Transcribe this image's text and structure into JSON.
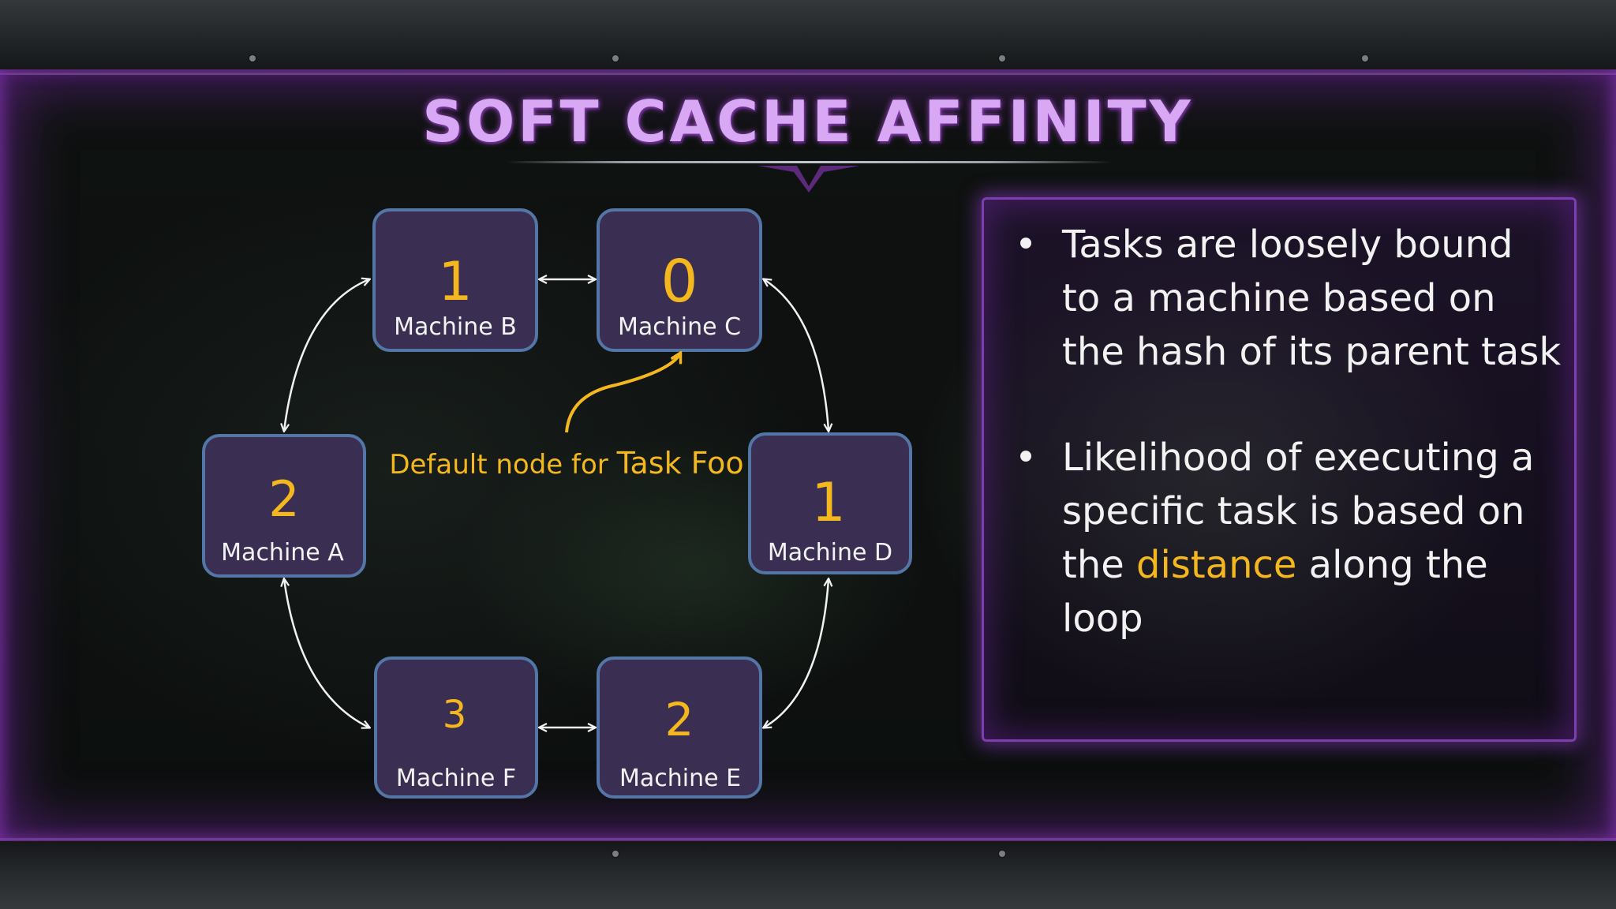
{
  "slide": {
    "title": "SOFT CACHE AFFINITY"
  },
  "diagram": {
    "nodes": [
      {
        "id": "b",
        "number": "1",
        "label": "Machine B"
      },
      {
        "id": "c",
        "number": "0",
        "label": "Machine C"
      },
      {
        "id": "a",
        "number": "2",
        "label": "Machine A"
      },
      {
        "id": "d",
        "number": "1",
        "label": "Machine D"
      },
      {
        "id": "f",
        "number": "3",
        "label": "Machine F"
      },
      {
        "id": "e",
        "number": "2",
        "label": "Machine E"
      }
    ],
    "callout": {
      "prefix": "Default node for ",
      "emphasis": "Task Foo"
    }
  },
  "bullets": {
    "items": [
      {
        "text": "Tasks are loosely bound to a machine based on the hash of its parent task"
      },
      {
        "before": "Likelihood of executing a specific task is based on the ",
        "highlight": "distance",
        "after": " along the loop"
      }
    ],
    "bullet_glyph": "•"
  },
  "colors": {
    "accent_yellow": "#f4b81e",
    "node_fill": "#3a2f52",
    "node_border": "#5476a6",
    "title_purple": "#d9a8f4",
    "panel_border": "#7d3fb0"
  }
}
